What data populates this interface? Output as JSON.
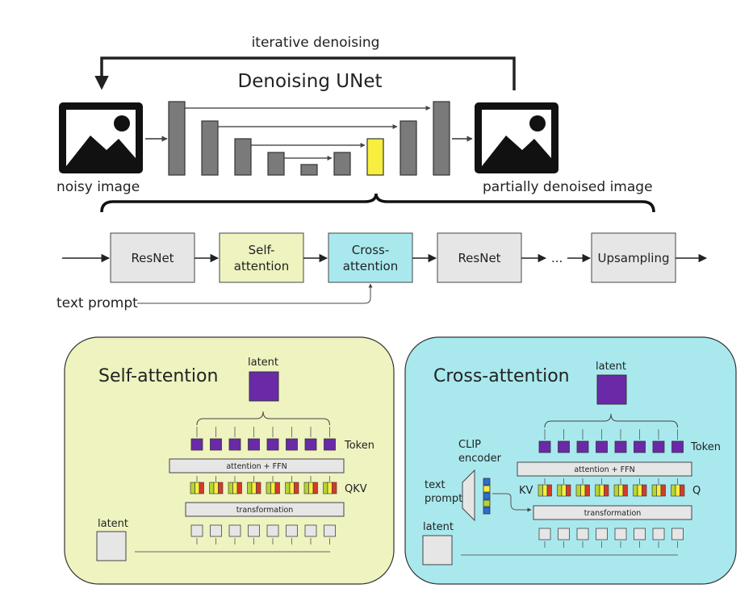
{
  "top": {
    "loop_label": "iterative denoising",
    "unet_title": "Denoising UNet",
    "input_label": "noisy image",
    "output_label": "partially denoised image",
    "highlight_color": "#f7ee3f",
    "bar_color": "#7a7a7a"
  },
  "pipeline": {
    "blocks": [
      {
        "label": "ResNet",
        "color": "#e6e6e6"
      },
      {
        "label": "Self-\nattention",
        "color": "#eef3c0"
      },
      {
        "label": "Cross-\nattention",
        "color": "#a9e9ee"
      },
      {
        "label": "ResNet",
        "color": "#e6e6e6"
      },
      {
        "label": "Upsampling",
        "color": "#e6e6e6"
      }
    ],
    "ellipsis": "...",
    "text_prompt": "text prompt"
  },
  "self_panel": {
    "title": "Self-attention",
    "bg": "#eef3c0",
    "latent_top": "latent",
    "latent_bottom": "latent",
    "token_label": "Token",
    "attention_label": "attention + FFN",
    "qkv_label": "QKV",
    "transform_label": "transformation"
  },
  "cross_panel": {
    "title": "Cross-attention",
    "bg": "#a9e9ee",
    "latent_top": "latent",
    "latent_bottom": "latent",
    "token_label": "Token",
    "attention_label": "attention + FFN",
    "kv_label": "KV",
    "q_label": "Q",
    "transform_label": "transformation",
    "clip_label": "CLIP\nencoder",
    "text_prompt_label": "text\nprompt"
  },
  "colors": {
    "latent_purple": "#6a2aa8",
    "token_purple": "#6a2aa8",
    "qkv_green": "#b5d334",
    "qkv_yellow": "#f7ee3f",
    "qkv_red": "#d63a2a",
    "embed_blue": "#2a6fd6"
  }
}
